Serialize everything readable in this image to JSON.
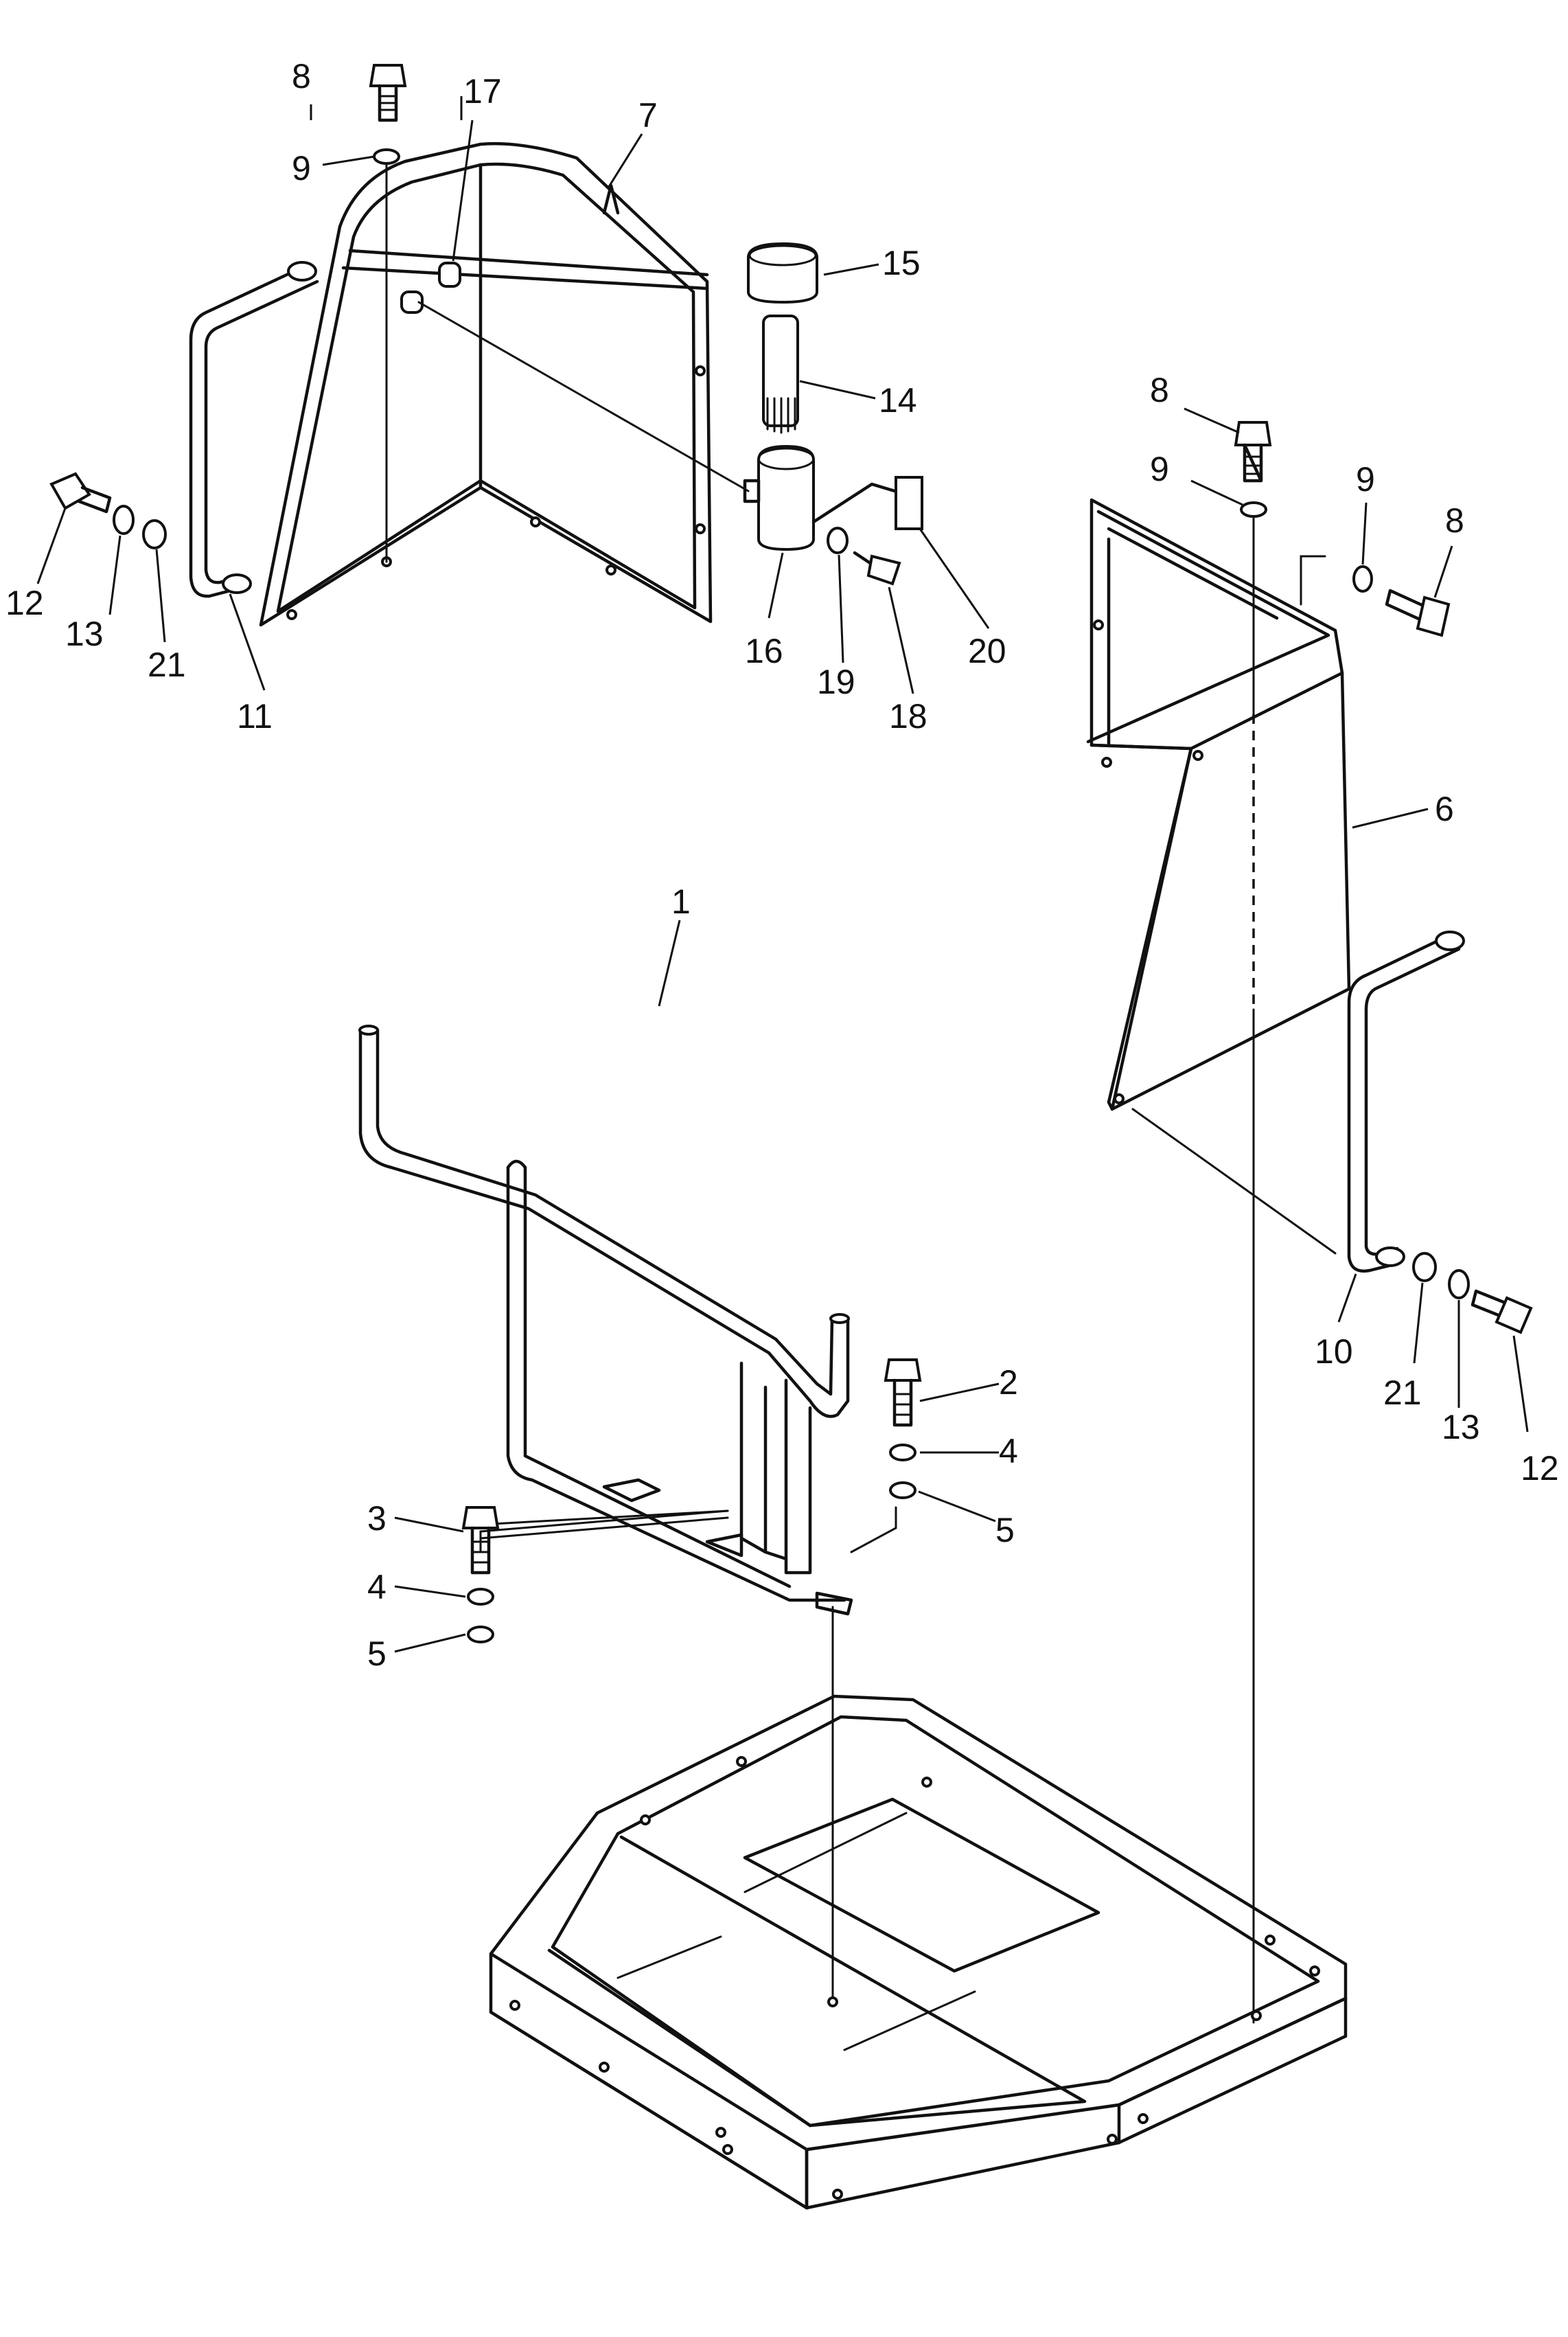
{
  "callouts": [
    {
      "id": "c8a",
      "text": "8"
    },
    {
      "id": "c9a",
      "text": "9"
    },
    {
      "id": "c17",
      "text": "17"
    },
    {
      "id": "c7",
      "text": "7"
    },
    {
      "id": "c15",
      "text": "15"
    },
    {
      "id": "c14",
      "text": "14"
    },
    {
      "id": "c12a",
      "text": "12"
    },
    {
      "id": "c13a",
      "text": "13"
    },
    {
      "id": "c21a",
      "text": "21"
    },
    {
      "id": "c11",
      "text": "11"
    },
    {
      "id": "c16",
      "text": "16"
    },
    {
      "id": "c19",
      "text": "19"
    },
    {
      "id": "c18",
      "text": "18"
    },
    {
      "id": "c20",
      "text": "20"
    },
    {
      "id": "c8b",
      "text": "8"
    },
    {
      "id": "c9b",
      "text": "9"
    },
    {
      "id": "c9c",
      "text": "9"
    },
    {
      "id": "c8c",
      "text": "8"
    },
    {
      "id": "c6",
      "text": "6"
    },
    {
      "id": "c1",
      "text": "1"
    },
    {
      "id": "c2",
      "text": "2"
    },
    {
      "id": "c4a",
      "text": "4"
    },
    {
      "id": "c5a",
      "text": "5"
    },
    {
      "id": "c3",
      "text": "3"
    },
    {
      "id": "c4b",
      "text": "4"
    },
    {
      "id": "c5b",
      "text": "5"
    },
    {
      "id": "c10",
      "text": "10"
    },
    {
      "id": "c21b",
      "text": "21"
    },
    {
      "id": "c13b",
      "text": "13"
    },
    {
      "id": "c12b",
      "text": "12"
    }
  ]
}
